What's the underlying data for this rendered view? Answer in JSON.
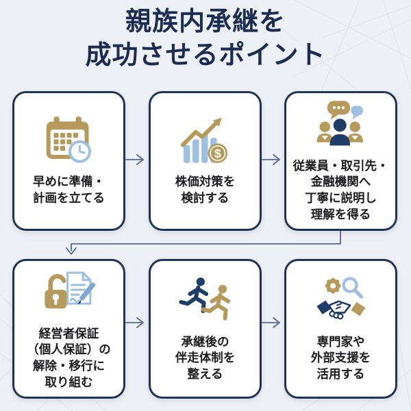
{
  "title": {
    "text": "親族内承継を\n成功させるポイント"
  },
  "cards": [
    {
      "icon": "calendar-clock-icon",
      "text": "早めに準備・\n計画を立てる"
    },
    {
      "icon": "stock-chart-icon",
      "text": "株価対策を\n検討する"
    },
    {
      "icon": "people-discussion-icon",
      "text": "従業員・取引先・\n金融機関へ\n丁寧に説明し\n理解を得る"
    },
    {
      "icon": "lock-document-icon",
      "text": "経営者保証\n（個人保証）の\n解除・移行に\n取り組む"
    },
    {
      "icon": "runners-icon",
      "text": "承継後の\n伴走体制を\n整える"
    },
    {
      "icon": "expert-support-icon",
      "text": "専門家や\n外部支援を\n活用する"
    }
  ],
  "icons": {
    "dollar_sign": "$"
  },
  "colors": {
    "navy": "#1e3356",
    "icon_navy": "#1f3d66",
    "gold": "#b69a5c",
    "light_blue": "#9fc0e0",
    "background": "#edf0f4",
    "title": "#1a2c50",
    "card_text": "#1c1c1e",
    "arrow": "#54678a",
    "pattern_line": "#e2e6ec"
  }
}
